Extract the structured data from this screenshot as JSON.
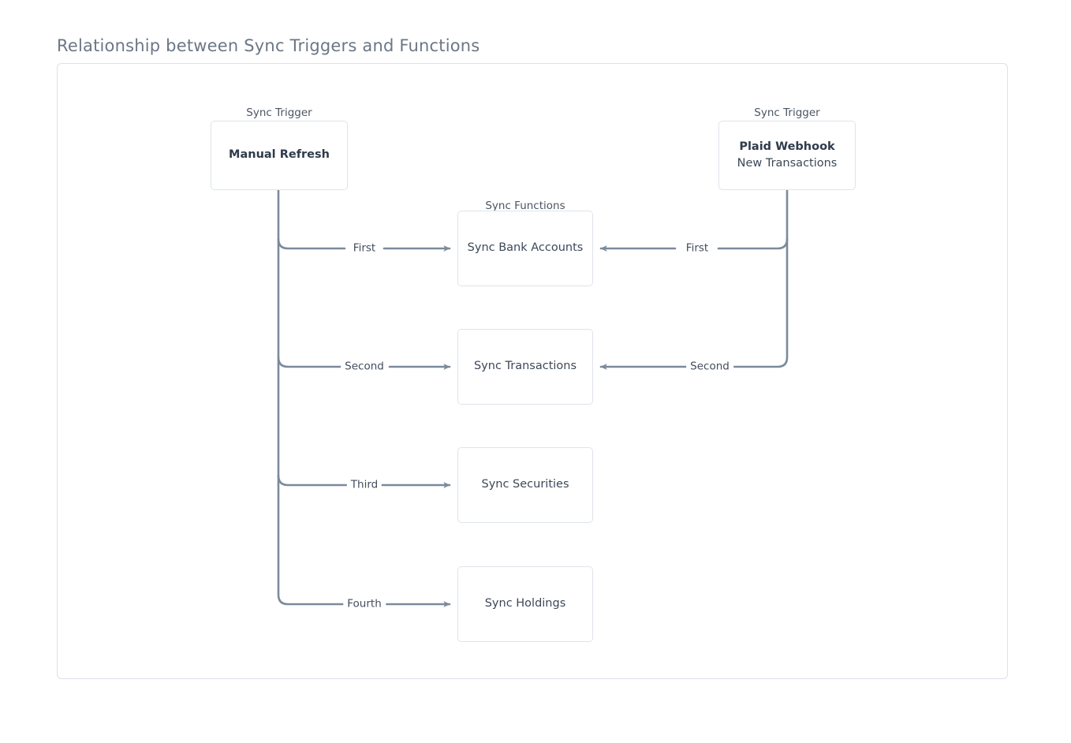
{
  "page": {
    "title": "Relationship between Sync Triggers and Functions",
    "background_color": "#ffffff",
    "frame_border_color": "#dbe2ea"
  },
  "colors": {
    "title_text": "#6b7785",
    "node_border": "#dee4eb",
    "node_text": "#3c4858",
    "node_text_strong": "#2f3b4c",
    "edge_stroke": "#7b8a9c",
    "edge_label_text": "#424d5c",
    "group_label_text": "#4a5563"
  },
  "group_labels": [
    {
      "id": "trigger-left-label",
      "text": "Sync Trigger"
    },
    {
      "id": "functions-label",
      "text": "Sync Functions"
    },
    {
      "id": "trigger-right-label",
      "text": "Sync Trigger"
    }
  ],
  "triggers": [
    {
      "id": "manual-refresh",
      "group_label": "Sync Trigger",
      "lines": [
        {
          "text": "Manual Refresh",
          "bold": true
        }
      ]
    },
    {
      "id": "plaid-webhook",
      "group_label": "Sync Trigger",
      "lines": [
        {
          "text": "Plaid Webhook",
          "bold": true
        },
        {
          "text": "New Transactions",
          "bold": false
        }
      ]
    }
  ],
  "functions": [
    {
      "id": "sync-bank-accounts",
      "label": "Sync Bank Accounts"
    },
    {
      "id": "sync-transactions",
      "label": "Sync Transactions"
    },
    {
      "id": "sync-securities",
      "label": "Sync Securities"
    },
    {
      "id": "sync-holdings",
      "label": "Sync Holdings"
    }
  ],
  "edges": [
    {
      "id": "manual-first",
      "from": "manual-refresh",
      "to": "sync-bank-accounts",
      "label": "First",
      "direction": "right"
    },
    {
      "id": "manual-second",
      "from": "manual-refresh",
      "to": "sync-transactions",
      "label": "Second",
      "direction": "right"
    },
    {
      "id": "manual-third",
      "from": "manual-refresh",
      "to": "sync-securities",
      "label": "Third",
      "direction": "right"
    },
    {
      "id": "manual-fourth",
      "from": "manual-refresh",
      "to": "sync-holdings",
      "label": "Fourth",
      "direction": "right"
    },
    {
      "id": "plaid-first",
      "from": "plaid-webhook",
      "to": "sync-bank-accounts",
      "label": "First",
      "direction": "left"
    },
    {
      "id": "plaid-second",
      "from": "plaid-webhook",
      "to": "sync-transactions",
      "label": "Second",
      "direction": "left"
    }
  ]
}
